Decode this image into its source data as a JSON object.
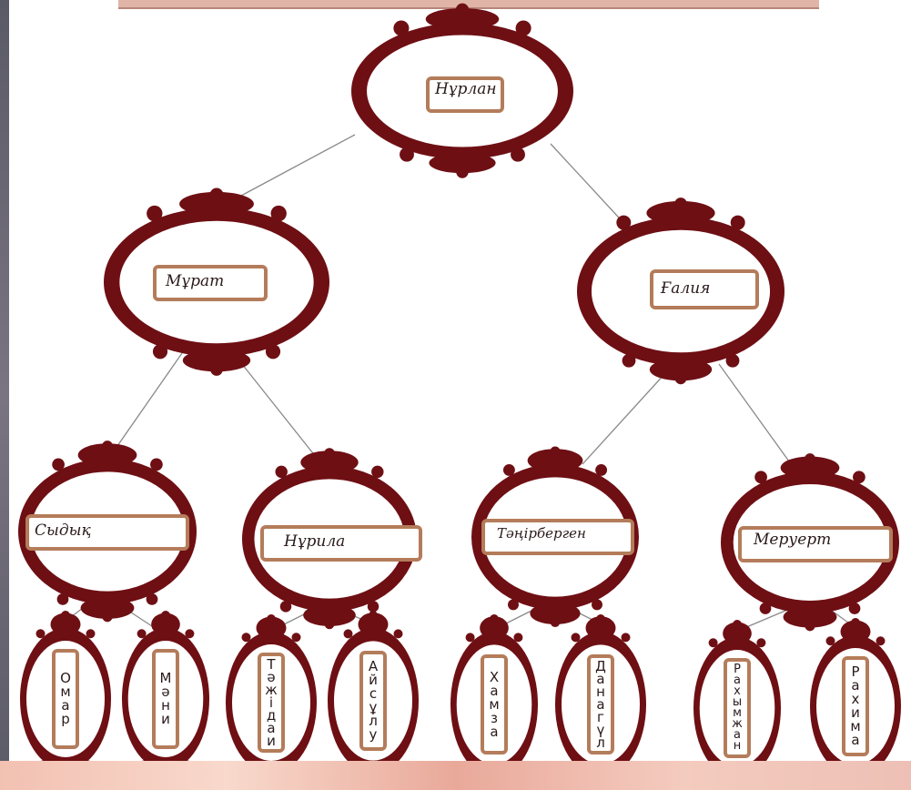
{
  "diagram": {
    "root": {
      "name": "Нұрлан"
    },
    "generation2": [
      {
        "name": "Мұрат"
      },
      {
        "name": "Ғалия"
      }
    ],
    "generation3": [
      {
        "name": "Сыдық"
      },
      {
        "name": "Нұрила"
      },
      {
        "name": "Тәңірберген"
      },
      {
        "name": "Меруерт"
      }
    ],
    "generation4": [
      {
        "name": "Омар"
      },
      {
        "name": "Мәни"
      },
      {
        "name": "Тәжідаи"
      },
      {
        "name": "Айсұлу"
      },
      {
        "name": "Хамза"
      },
      {
        "name": "Данагүл"
      },
      {
        "name": "Рахымжан"
      },
      {
        "name": "Рахима"
      }
    ]
  },
  "colors": {
    "frame": "#6e0f14",
    "inner": "#ffffff",
    "label_border": "#b47c5a",
    "connector": "#8a8a8a"
  }
}
